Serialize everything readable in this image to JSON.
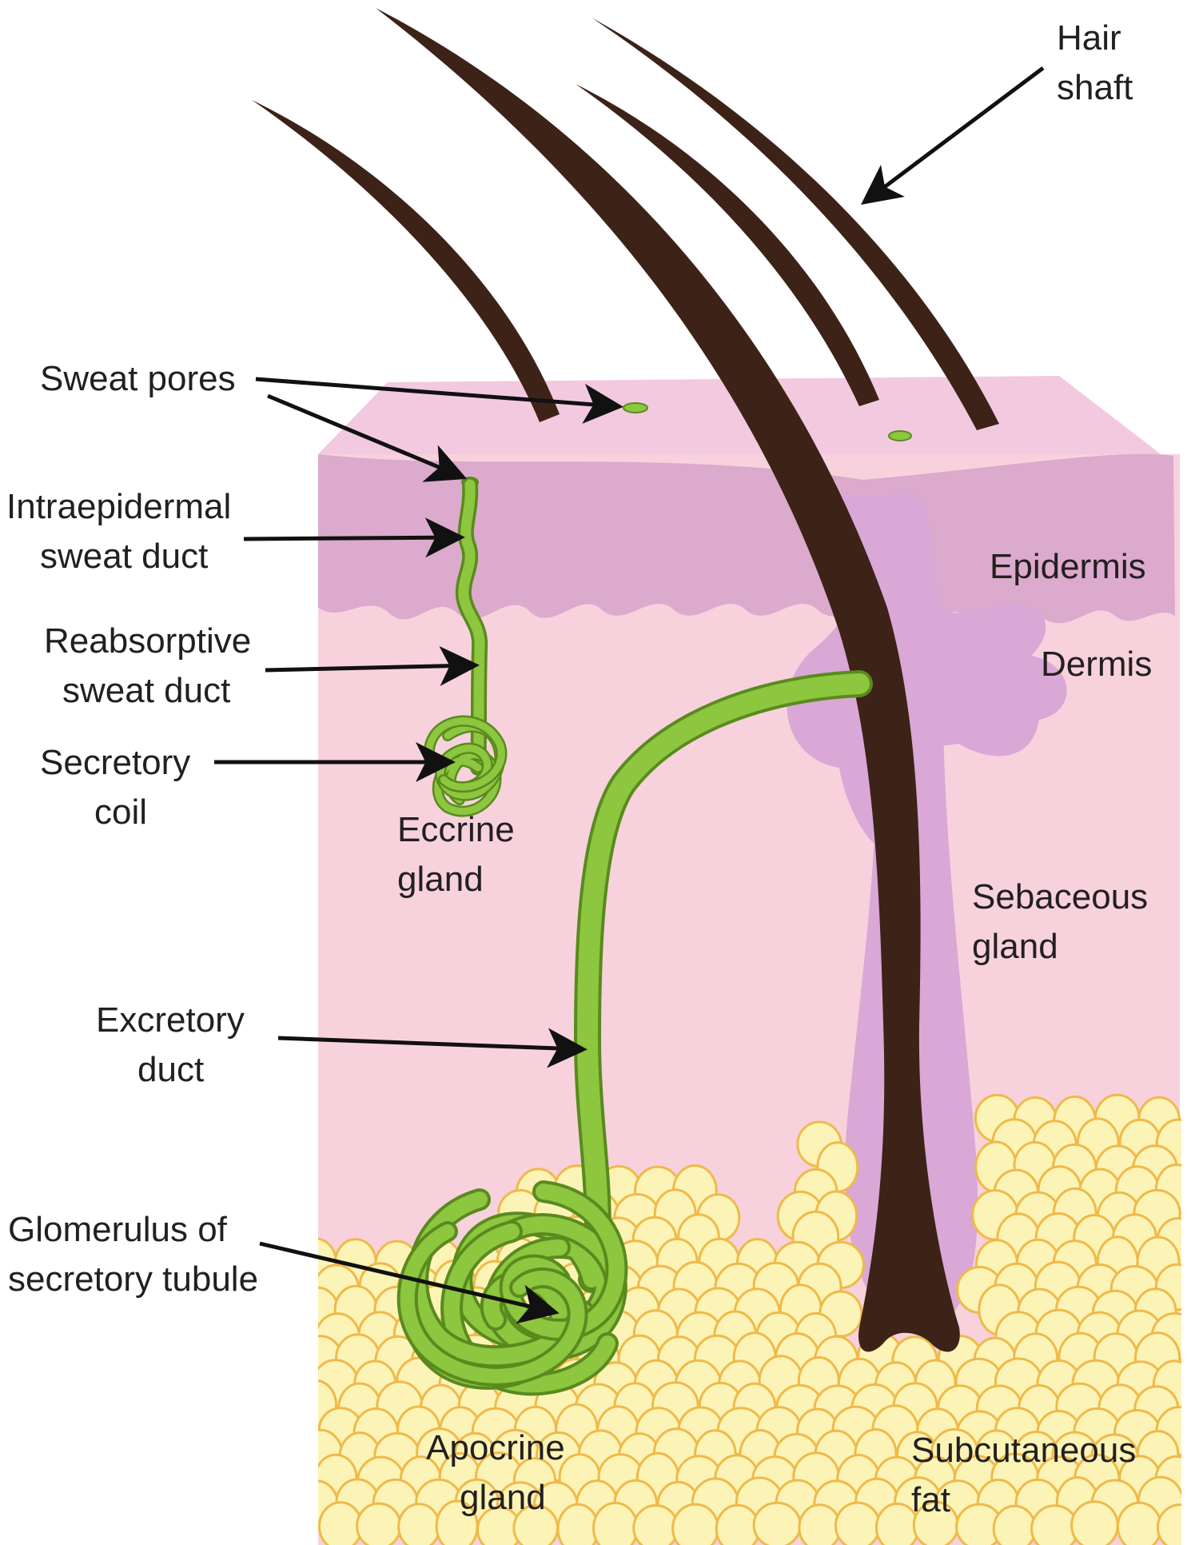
{
  "labels": {
    "hair_shaft": [
      "Hair",
      "shaft"
    ],
    "sweat_pores": "Sweat pores",
    "intraepidermal_duct": [
      "Intraepidermal",
      "sweat duct"
    ],
    "reabsorptive_duct": [
      "Reabsorptive",
      "sweat duct"
    ],
    "secretory_coil": [
      "Secretory",
      "coil"
    ],
    "eccrine_gland": [
      "Eccrine",
      "gland"
    ],
    "excretory_duct": [
      "Excretory",
      "duct"
    ],
    "glomerulus": [
      "Glomerulus of",
      "secretory tubule"
    ],
    "apocrine_gland": [
      "Apocrine",
      "gland"
    ],
    "epidermis": "Epidermis",
    "dermis": "Dermis",
    "sebaceous_gland": [
      "Sebaceous",
      "gland"
    ],
    "subcutaneous_fat": [
      "Subcutaneous",
      "fat"
    ]
  },
  "colors": {
    "skin_surface": "#f3c9e0",
    "epidermis": "#dcaacd",
    "dermis": "#f7d2dc",
    "fat_fill": "#fbf4b6",
    "fat_stroke": "#f0b94a",
    "gland_green": "#8dc63f",
    "gland_dark": "#5a8a1e",
    "hair": "#3d2218",
    "sebaceous": "#d9a8d6"
  }
}
